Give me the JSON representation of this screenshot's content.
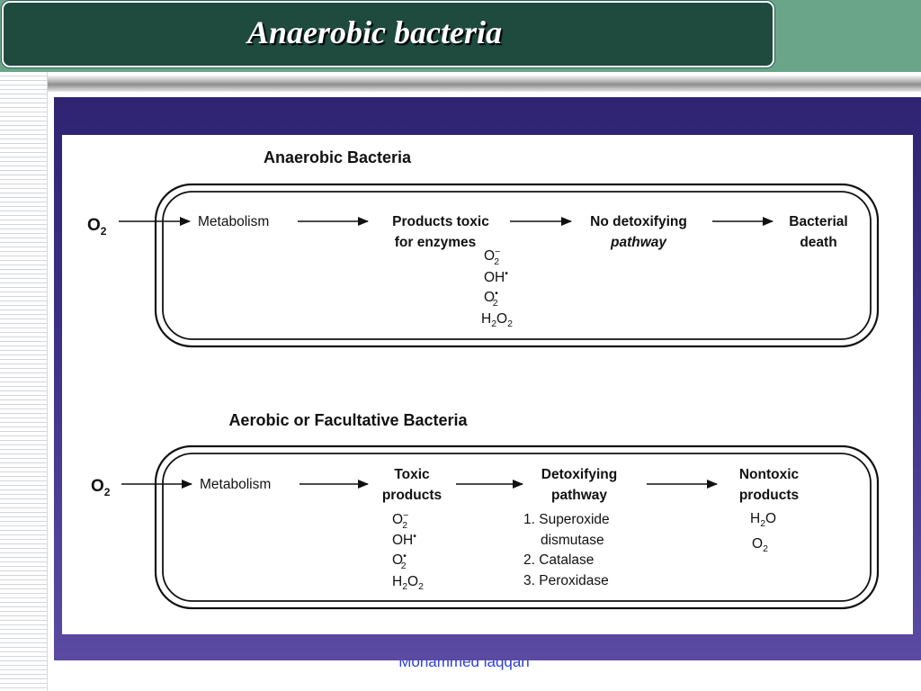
{
  "slide": {
    "title": "Anaerobic bacteria",
    "credit": "Mohammed  laqqan"
  },
  "anaerobic": {
    "header": "Anaerobic Bacteria",
    "o2": {
      "base": "O",
      "sub": "2"
    },
    "metabolism": "Metabolism",
    "products_line1": "Products toxic",
    "products_line2": "for enzymes",
    "no_detox_line1": "No detoxifying",
    "no_detox_line2": "pathway",
    "death_line1": "Bacterial",
    "death_line2": "death",
    "species": {
      "superoxide": {
        "base": "O",
        "sub": "2",
        "sup": "−"
      },
      "hydroxyl": {
        "base": "OH",
        "sup": "•"
      },
      "singlet": {
        "base": "O",
        "sub": "2",
        "sup": "•"
      },
      "peroxide": {
        "h": "H",
        "hsub": "2",
        "o": "O",
        "osub": "2"
      }
    }
  },
  "aerobic": {
    "header": "Aerobic or Facultative Bacteria",
    "o2": {
      "base": "O",
      "sub": "2"
    },
    "metabolism": "Metabolism",
    "toxic_line1": "Toxic",
    "toxic_line2": "products",
    "detox_line1": "Detoxifying",
    "detox_line2": "pathway",
    "nontoxic_line1": "Nontoxic",
    "nontoxic_line2": "products",
    "species": {
      "superoxide": {
        "base": "O",
        "sub": "2",
        "sup": "−"
      },
      "hydroxyl": {
        "base": "OH",
        "sup": "•"
      },
      "singlet": {
        "base": "O",
        "sub": "2",
        "sup": "•"
      },
      "peroxide": {
        "h": "H",
        "hsub": "2",
        "o": "O",
        "osub": "2"
      }
    },
    "enzymes": [
      "1. Superoxide",
      "dismutase",
      "2. Catalase",
      "3. Peroxidase"
    ],
    "nontoxic_water": {
      "h": "H",
      "hsub": "2",
      "o": "O"
    },
    "nontoxic_oxygen": {
      "base": "O",
      "sub": "2"
    }
  }
}
